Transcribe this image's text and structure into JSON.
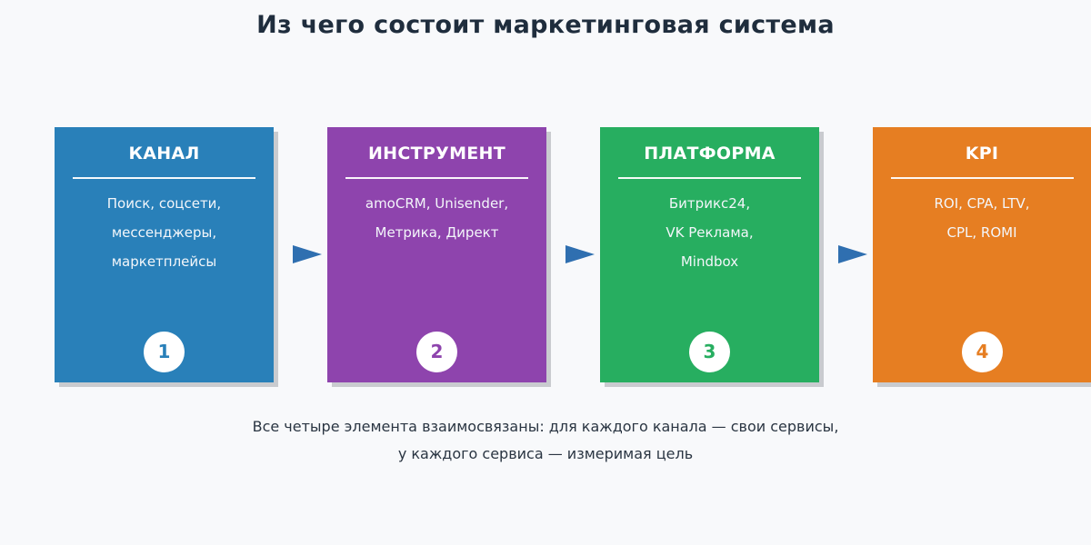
{
  "title": "Из чего состоит маркетинговая система",
  "colors": {
    "card_1": "#2980b9",
    "card_2": "#8e44ad",
    "card_3": "#27ae60",
    "card_4": "#e67e22",
    "arrow": "#2f6fb0"
  },
  "cards": [
    {
      "title": "КАНАЛ",
      "lines": [
        "Поиск, соцсети,",
        "мессенджеры,",
        "маркетплейсы"
      ],
      "number": "1"
    },
    {
      "title": "ИНСТРУМЕНТ",
      "lines": [
        "amoCRM, Unisender,",
        "Метрика, Директ"
      ],
      "number": "2"
    },
    {
      "title": "ПЛАТФОРМА",
      "lines": [
        "Битрикс24,",
        "VK Реклама,",
        "Mindbox"
      ],
      "number": "3"
    },
    {
      "title": "KPI",
      "lines": [
        "ROI, CPA, LTV,",
        "CPL, ROMI"
      ],
      "number": "4"
    }
  ],
  "footer": [
    "Все четыре элемента взаимосвязаны: для каждого канала — свои сервисы,",
    "у каждого сервиса — измеримая цель"
  ]
}
